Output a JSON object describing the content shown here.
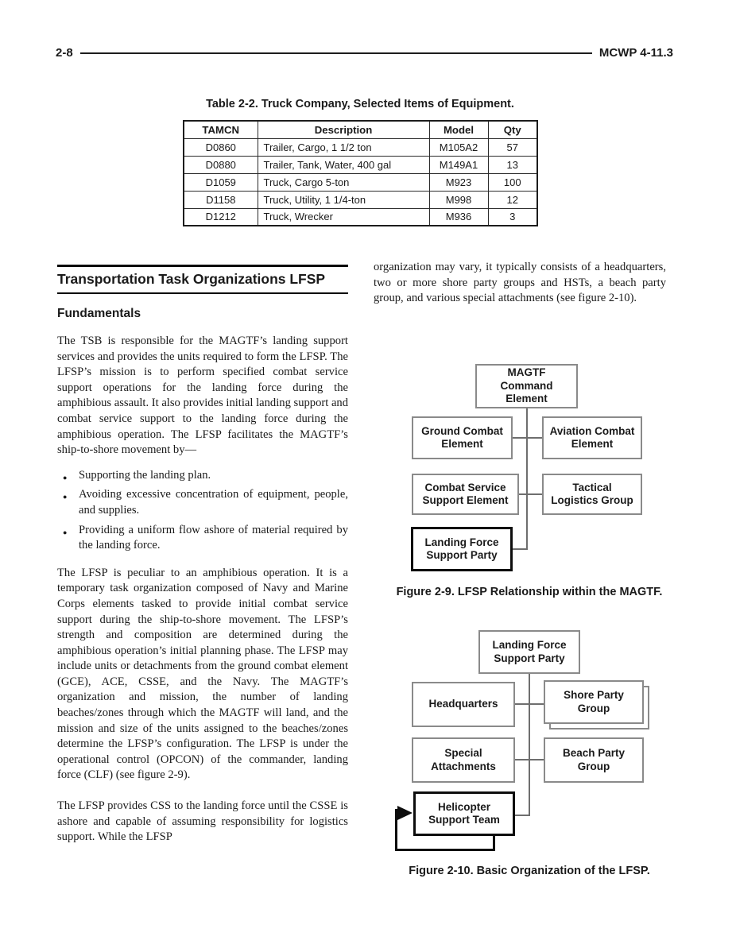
{
  "colors": {
    "text": "#1a1a1a",
    "box_border": "#8a8a8a",
    "emphasis_border": "#0d0d0d",
    "connector_line": "#6e6e6e"
  },
  "header": {
    "page_number": "2-8",
    "doc_ref": "MCWP 4-11.3"
  },
  "table": {
    "title": "Table 2-2. Truck Company, Selected Items of Equipment.",
    "columns": [
      "TAMCN",
      "Description",
      "Model",
      "Qty"
    ],
    "rows": [
      [
        "D0860",
        "Trailer, Cargo, 1 1/2 ton",
        "M105A2",
        "57"
      ],
      [
        "D0880",
        "Trailer, Tank, Water, 400 gal",
        "M149A1",
        "13"
      ],
      [
        "D1059",
        "Truck, Cargo 5-ton",
        "M923",
        "100"
      ],
      [
        "D1158",
        "Truck, Utility, 1 1/4-ton",
        "M998",
        "12"
      ],
      [
        "D1212",
        "Truck, Wrecker",
        "M936",
        "3"
      ]
    ]
  },
  "left": {
    "section_heading": "Transportation Task Organizations LFSP",
    "subheading": "Fundamentals",
    "para1": "The TSB is responsible for the MAGTF’s landing support services and provides the units required to form the LFSP. The LFSP’s mission is to perform specified combat service support operations for the landing force during the amphibious assault. It also provides initial landing support and combat service support to the landing force during the amphibious operation. The LFSP facilitates the MAGTF’s ship-to-shore movement by—",
    "bullets": [
      "Supporting the landing plan.",
      "Avoiding excessive concentration of equipment, people, and supplies.",
      "Providing a uniform flow ashore of material required by the landing force."
    ],
    "para2": "The LFSP is peculiar to an amphibious operation. It is a temporary task organization composed of Navy and Marine Corps elements tasked to provide initial combat service support during the ship-to-shore movement. The LFSP’s strength and composition are determined during the amphibious operation’s initial planning phase. The LFSP may include units or detachments from the ground combat element (GCE), ACE, CSSE, and the Navy. The MAGTF’s organization and mission, the number of landing beaches/zones through which the MAGTF will land, and the mission and size of the units assigned to the beaches/zones determine the LFSP’s configuration. The LFSP is under the operational control (OPCON) of the commander, landing force (CLF) (see figure 2-9).",
    "para3": "The LFSP provides CSS to the landing force until the CSSE is ashore and capable of assuming responsibility for logistics support. While the LFSP"
  },
  "right": {
    "para1": "organization may vary, it typically consists of a headquarters, two or more shore party groups and HSTs, a beach party group, and various special attachments (see figure 2-10)."
  },
  "figure2_9": {
    "caption": "Figure 2-9. LFSP Relationship within the MAGTF.",
    "boxes": {
      "magtf": "MAGTF\nCommand\nElement",
      "gce": "Ground Combat\nElement",
      "ace": "Aviation Combat\nElement",
      "csse": "Combat Service\nSupport Element",
      "tlg": "Tactical\nLogistics Group",
      "lfsp": "Landing Force\nSupport Party"
    }
  },
  "figure2_10": {
    "caption": "Figure 2-10. Basic Organization of the LFSP.",
    "boxes": {
      "lfsp": "Landing Force\nSupport Party",
      "hq": "Headquarters",
      "spg": "Shore Party\nGroup",
      "sa": "Special\nAttachments",
      "bpg": "Beach Party\nGroup",
      "hst": "Helicopter\nSupport Team"
    }
  }
}
